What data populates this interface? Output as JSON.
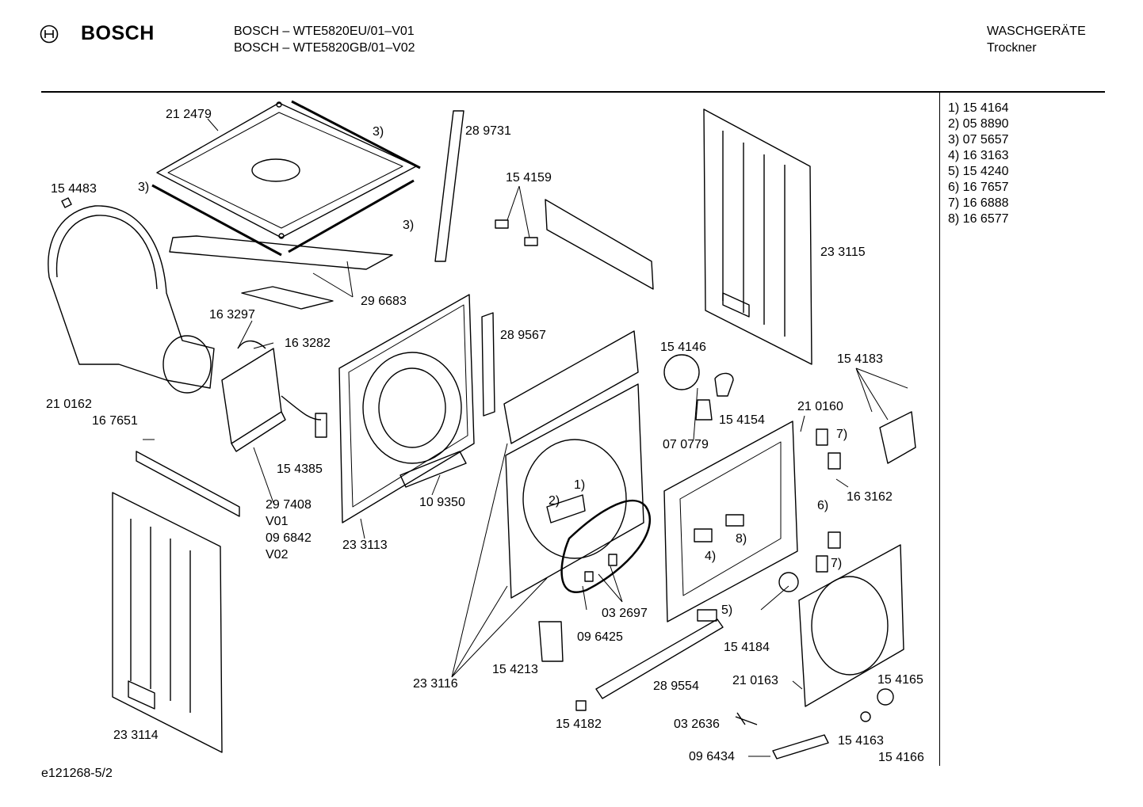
{
  "header": {
    "brand": "BOSCH",
    "models": [
      "BOSCH – WTE5820EU/01–V01",
      "BOSCH – WTE5820GB/01–V02"
    ],
    "category": "WASCHGERÄTE",
    "subcategory": "Trockner"
  },
  "legend": [
    "1) 15 4164",
    "2) 05 8890",
    "3) 07 5657",
    "4) 16 3163",
    "5) 15 4240",
    "6) 16 7657",
    "7) 16 6888",
    "8) 16 6577"
  ],
  "labels": {
    "l212479": "21 2479",
    "l3a": "3)",
    "l3b": "3)",
    "l3c": "3)",
    "l154483": "15 4483",
    "l296683": "29 6683",
    "l289731": "28 9731",
    "l154159": "15 4159",
    "l233115": "23 3115",
    "l163297": "16 3297",
    "l163282": "16 3282",
    "l289567": "28 9567",
    "l154146": "15 4146",
    "l154183": "15 4183",
    "l210162": "21 0162",
    "l167651": "16 7651",
    "l154385": "15 4385",
    "l154154": "15 4154",
    "l210160": "21 0160",
    "l7a": "7)",
    "l070779": "07 0779",
    "l1": "1)",
    "l2": "2)",
    "l297408": "29 7408",
    "lV01": "V01",
    "l096842": "09 6842",
    "lV02": "V02",
    "l109350": "10 9350",
    "l233113": "23 3113",
    "l163162": "16 3162",
    "l6": "6)",
    "l4": "4)",
    "l8": "8)",
    "l7b": "7)",
    "l032697": "03 2697",
    "l096425": "09 6425",
    "l5": "5)",
    "l154184": "15 4184",
    "l154213": "15 4213",
    "l233116": "23 3116",
    "l289554": "28 9554",
    "l210163": "21 0163",
    "l154165": "15 4165",
    "l154182": "15 4182",
    "l032636": "03 2636",
    "l154163": "15 4163",
    "l096434": "09 6434",
    "l154166": "15 4166",
    "l233114": "23 3114"
  },
  "footer": "e121268-5/2"
}
